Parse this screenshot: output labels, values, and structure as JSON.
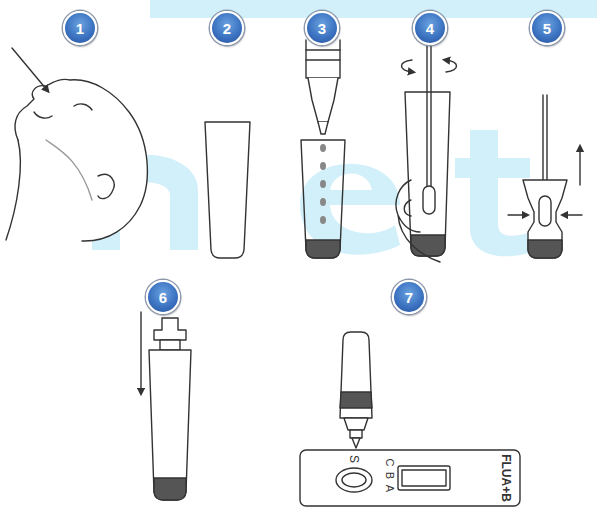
{
  "diagram": {
    "nodes": [
      {
        "text": [
          "1"
        ]
      },
      {
        "text": [
          "2"
        ]
      },
      {
        "text": [
          "3"
        ]
      },
      {
        "text": [
          "4"
        ]
      },
      {
        "text": [
          "5"
        ]
      },
      {
        "text": [
          "6"
        ]
      },
      {
        "text": [
          "7"
        ]
      }
    ],
    "labels": [
      "S",
      "C",
      "B",
      "A",
      "FLUA+B"
    ]
  }
}
